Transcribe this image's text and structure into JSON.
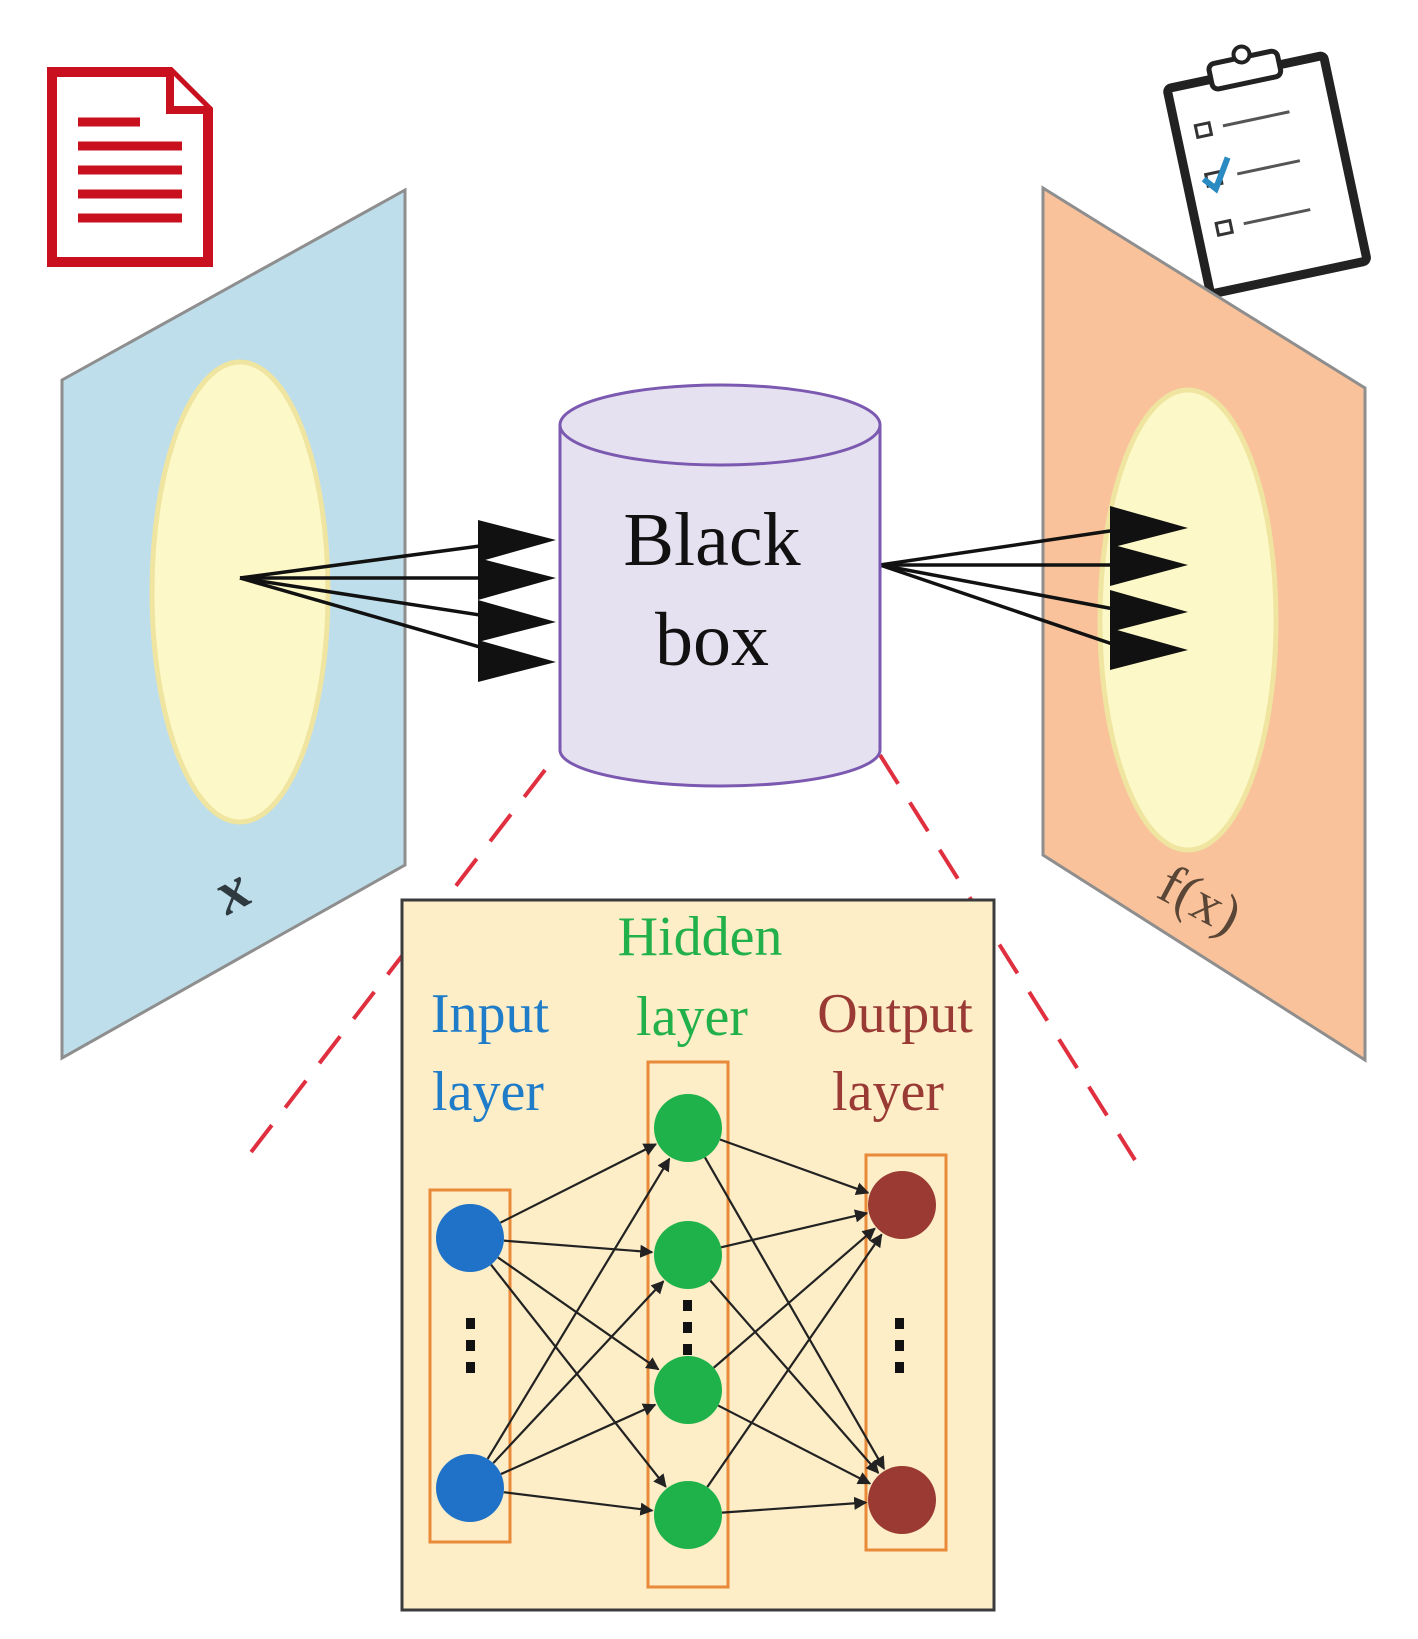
{
  "colors": {
    "input_plane_fill": "#bddeea",
    "output_plane_fill": "#f9c29a",
    "ellipse_fill": "#fdf8c8",
    "ellipse_stroke": "#efe5a0",
    "cylinder_fill": "#e6e1f0",
    "cylinder_stroke": "#7b59b0",
    "nn_panel_fill": "#fdeec8",
    "nn_panel_stroke": "#3b3b3b",
    "layer_box_stroke": "#e88a3a",
    "input_node": "#1f72c7",
    "hidden_node": "#1fb24a",
    "output_node": "#9a3a32",
    "input_label": "#1f7cc8",
    "hidden_label": "#22b04a",
    "output_label": "#9a3a34",
    "dash_line": "#e03040",
    "doc_icon": "#c8101e"
  },
  "icons": {
    "document": "document-icon",
    "clipboard": "clipboard-checklist-icon"
  },
  "input_plane": {
    "label": "x"
  },
  "output_plane": {
    "label": "f(x)"
  },
  "black_box": {
    "line1": "Black",
    "line2": "box"
  },
  "neural_network": {
    "input_label_line1": "Input",
    "input_label_line2": "layer",
    "hidden_label_line1": "Hidden",
    "hidden_label_line2": "layer",
    "output_label_line1": "Output",
    "output_label_line2": "layer"
  }
}
